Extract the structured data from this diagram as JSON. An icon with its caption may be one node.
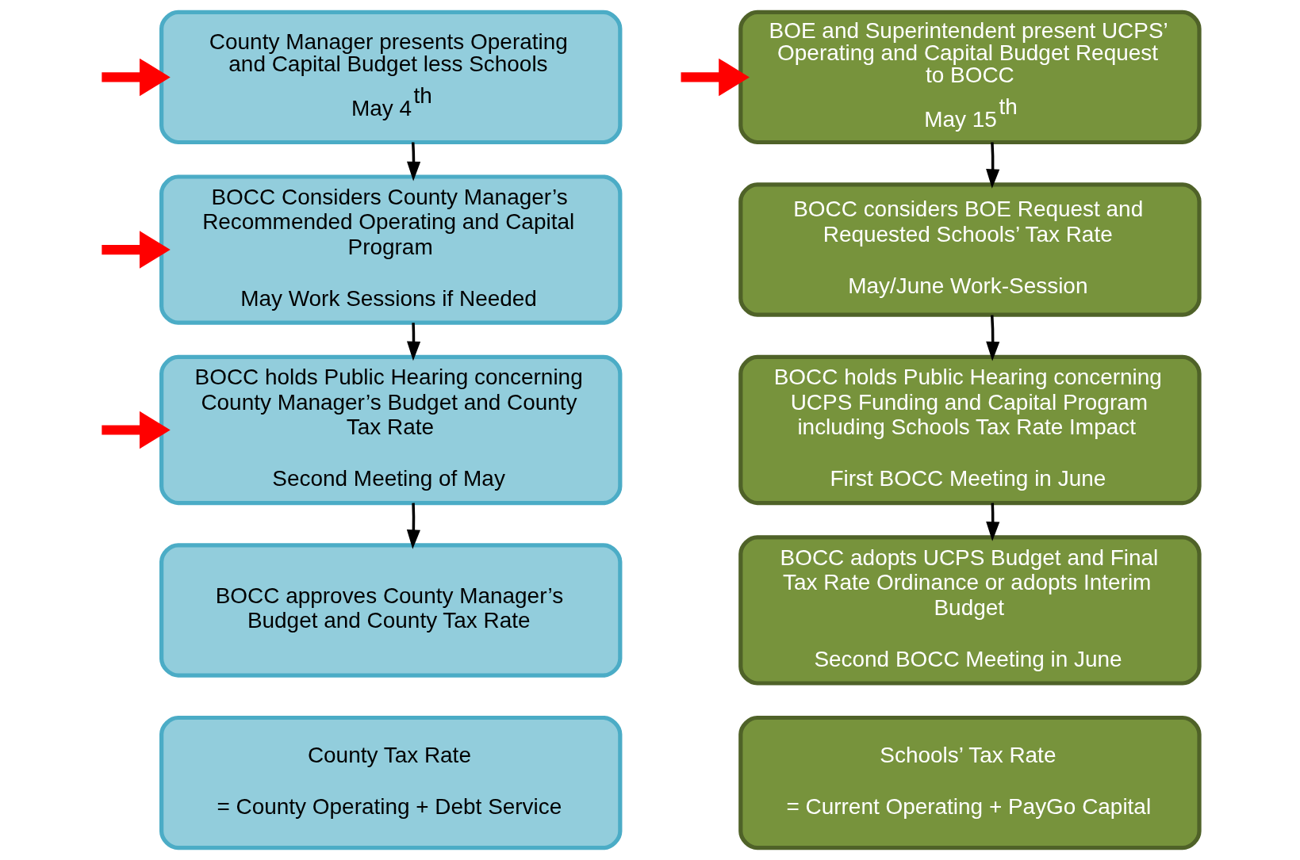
{
  "diagram": {
    "nodes": [
      {
        "text": [
          "County Manager presents Operating and Capital Budget less Schools",
          "May 4$^{th}$"
        ]
      },
      {
        "text": [
          "BOCC Considers County Manager’s Recommended Operating and Capital Program",
          "May Work Sessions if Needed"
        ]
      },
      {
        "text": [
          "BOCC holds Public Hearing concerning County Manager’s Budget and County Tax Rate",
          "Second Meeting of May"
        ]
      },
      {
        "text": [
          "BOCC approves County Manager’s Budget and County Tax Rate"
        ]
      },
      {
        "text": [
          "County Tax Rate",
          "= County Operating + Debt Service"
        ]
      },
      {
        "text": [
          "BOE and Superintendent present UCPS’ Operating and Capital Budget Request to BOCC",
          "May 15$^{th}$"
        ]
      },
      {
        "text": [
          "BOCC considers BOE Request and Requested Schools’ Tax Rate",
          "May/June Work-Session"
        ]
      },
      {
        "text": [
          "BOCC holds Public Hearing concerning UCPS Funding and Capital Program including Schools Tax Rate Impact",
          "First BOCC Meeting in June"
        ]
      },
      {
        "text": [
          "BOCC adopts UCPS Budget and Final Tax Rate Ordinance or adopts Interim Budget",
          "Second BOCC Meeting in June"
        ]
      },
      {
        "text": [
          "Schools’ Tax Rate",
          "= Current Operating + PayGo Capital"
        ]
      }
    ],
    "edges": [
      {
        "from": null,
        "to": 0,
        "arrow": "to",
        "style": "thick",
        "color": "#ff0000"
      },
      {
        "from": null,
        "to": 1,
        "arrow": "to",
        "style": "thick",
        "color": "#ff0000"
      },
      {
        "from": null,
        "to": 2,
        "arrow": "to",
        "style": "thick",
        "color": "#ff0000"
      },
      {
        "from": null,
        "to": 5,
        "arrow": "to",
        "style": "thick",
        "color": "#ff0000"
      },
      {
        "from": 0,
        "to": 1,
        "arrow": "to"
      },
      {
        "from": 1,
        "to": 2,
        "arrow": "to"
      },
      {
        "from": 2,
        "to": 3,
        "arrow": "to"
      },
      {
        "from": 5,
        "to": 6,
        "arrow": "to"
      },
      {
        "from": 6,
        "to": 7,
        "arrow": "to"
      },
      {
        "from": 7,
        "to": 8,
        "arrow": "to"
      }
    ]
  }
}
